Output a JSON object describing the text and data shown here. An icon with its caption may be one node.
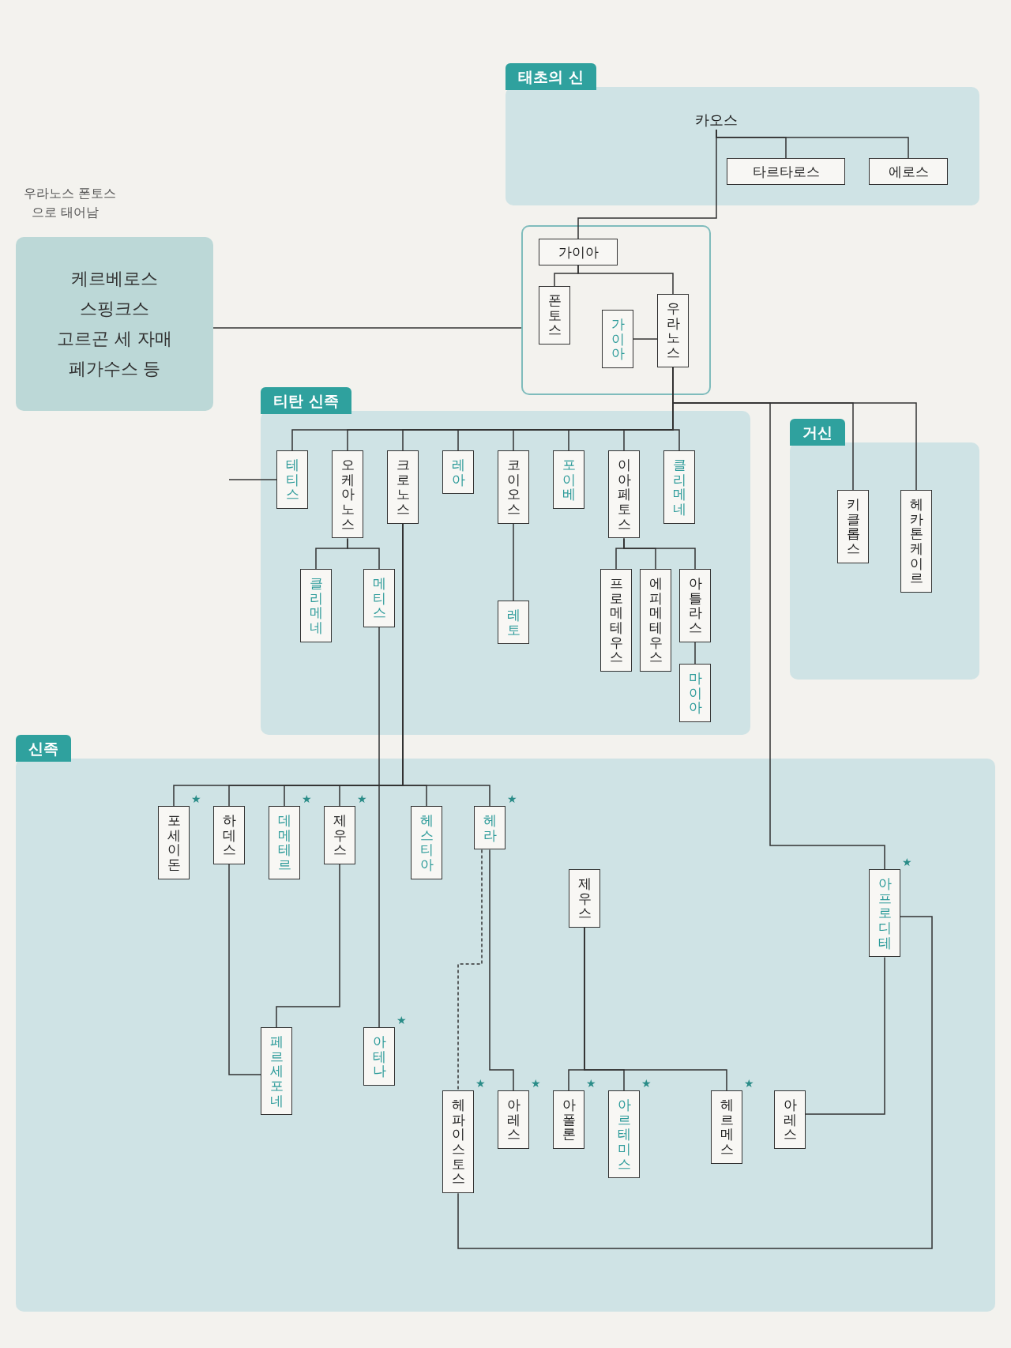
{
  "diagram": {
    "nodes": [
      {
        "text": [
          "태초의 신"
        ]
      },
      {
        "text": [
          "카오스"
        ],
        "in": 0
      },
      {
        "text": [],
        "shape": "box"
      },
      {
        "text": [
          "가이아"
        ],
        "in": 2
      },
      {
        "text": [
          "타르타로스"
        ],
        "in": 0
      },
      {
        "text": [
          "에로스"
        ],
        "in": 0
      },
      {
        "text": [
          "폰토스"
        ],
        "in": 2
      },
      {
        "text": [
          "가이아"
        ],
        "in": 2
      },
      {
        "text": [
          "우라노스"
        ],
        "in": 2
      },
      {
        "text": [
          "티탄 신족"
        ]
      },
      {
        "text": [
          "테티스"
        ],
        "in": 9
      },
      {
        "text": [
          "오케아노스"
        ],
        "in": 9
      },
      {
        "text": [
          "크로노스"
        ],
        "in": 9
      },
      {
        "text": [
          "레아"
        ],
        "in": 9
      },
      {
        "text": [
          "코이오스"
        ],
        "in": 9
      },
      {
        "text": [
          "포이베"
        ],
        "in": 9
      },
      {
        "text": [
          "이아페토스"
        ],
        "in": 9
      },
      {
        "text": [
          "클리메네"
        ],
        "in": 9
      },
      {
        "text": [
          "클리메네"
        ],
        "in": 9
      },
      {
        "text": [
          "메티스"
        ],
        "in": 9
      },
      {
        "text": [
          "프로메테우스"
        ],
        "in": 9
      },
      {
        "text": [
          "에피메테우스"
        ],
        "in": 9
      },
      {
        "text": [
          "아틀라스"
        ],
        "in": 9
      },
      {
        "text": [
          "레토"
        ],
        "in": 9
      },
      {
        "text": [
          "마이아"
        ],
        "in": 9
      },
      {
        "text": [
          "거신"
        ]
      },
      {
        "text": [
          "키클롭스"
        ],
        "in": 25
      },
      {
        "text": [
          "헤카톤케이르"
        ],
        "in": 25
      },
      {
        "text": [
          "신족"
        ]
      },
      {
        "text": [
          "포세이돈"
        ],
        "in": 28,
        "beside": [
          "★"
        ]
      },
      {
        "text": [
          "하데스"
        ],
        "in": 28
      },
      {
        "text": [
          "데메테르"
        ],
        "in": 28,
        "beside": [
          "★"
        ]
      },
      {
        "text": [
          "제우스"
        ],
        "in": 28,
        "beside": [
          "★"
        ]
      },
      {
        "text": [
          "헤스티아"
        ],
        "in": 28
      },
      {
        "text": [
          "헤라"
        ],
        "in": 28,
        "beside": [
          "★"
        ]
      },
      {
        "text": [
          "제우스"
        ],
        "in": 28
      },
      {
        "text": [
          "아프로디테"
        ],
        "in": 28,
        "beside": [
          "★"
        ]
      },
      {
        "text": [
          "페르세포네"
        ],
        "in": 28
      },
      {
        "text": [
          "아테나"
        ],
        "in": 28,
        "beside": [
          "★"
        ]
      },
      {
        "text": [
          "헤파이스토스"
        ],
        "in": 28,
        "beside": [
          "★"
        ]
      },
      {
        "text": [
          "아레스"
        ],
        "in": 28,
        "beside": [
          "★"
        ]
      },
      {
        "text": [
          "아폴론"
        ],
        "in": 28,
        "beside": [
          "★"
        ]
      },
      {
        "text": [
          "아르테미스"
        ],
        "in": 28,
        "beside": [
          "★"
        ]
      },
      {
        "text": [
          "헤르메스"
        ],
        "in": 28,
        "beside": [
          "★"
        ]
      },
      {
        "text": [
          "아레스"
        ],
        "in": 28
      },
      {
        "text": [
          "케르베로스",
          "스핑크스",
          "고르곤 세 자매",
          "페가수스 등"
        ]
      }
    ],
    "edges": [
      {
        "from": 1,
        "to": 3,
        "arrow": "none"
      },
      {
        "from": 1,
        "to": 4,
        "arrow": "none"
      },
      {
        "from": 1,
        "to": 5,
        "arrow": "none"
      },
      {
        "from": 3,
        "to": 6,
        "arrow": "none"
      },
      {
        "from": 3,
        "to": 8,
        "arrow": "none"
      },
      {
        "from": 7,
        "to": 8,
        "arrow": "none"
      },
      {
        "from": 8,
        "to": 10,
        "arrow": "none"
      },
      {
        "from": 8,
        "to": 11,
        "arrow": "none"
      },
      {
        "from": 8,
        "to": 12,
        "arrow": "none"
      },
      {
        "from": 8,
        "to": 13,
        "arrow": "none"
      },
      {
        "from": 8,
        "to": 14,
        "arrow": "none"
      },
      {
        "from": 8,
        "to": 15,
        "arrow": "none"
      },
      {
        "from": 8,
        "to": 16,
        "arrow": "none"
      },
      {
        "from": 8,
        "to": 17,
        "arrow": "none"
      },
      {
        "from": 8,
        "to": 26,
        "arrow": "none"
      },
      {
        "from": 8,
        "to": 27,
        "arrow": "none"
      },
      {
        "from": 8,
        "to": 36,
        "arrow": "none"
      },
      {
        "from": 45,
        "to": 2,
        "arrow": "none"
      },
      {
        "from": null,
        "to": 10,
        "arrow": "none"
      },
      {
        "from": 11,
        "to": 18,
        "arrow": "none"
      },
      {
        "from": 11,
        "to": 19,
        "arrow": "none"
      },
      {
        "from": 12,
        "to": 29,
        "arrow": "none"
      },
      {
        "from": 12,
        "to": 30,
        "arrow": "none"
      },
      {
        "from": 12,
        "to": 31,
        "arrow": "none"
      },
      {
        "from": 12,
        "to": 32,
        "arrow": "none"
      },
      {
        "from": 12,
        "to": 33,
        "arrow": "none"
      },
      {
        "from": 12,
        "to": 34,
        "arrow": "none"
      },
      {
        "from": 14,
        "to": 23,
        "arrow": "none"
      },
      {
        "from": 16,
        "to": 20,
        "arrow": "none"
      },
      {
        "from": 16,
        "to": 21,
        "arrow": "none"
      },
      {
        "from": 16,
        "to": 22,
        "arrow": "none"
      },
      {
        "from": 22,
        "to": 24,
        "arrow": "none"
      },
      {
        "from": 32,
        "to": 37,
        "arrow": "none"
      },
      {
        "from": 30,
        "to": 37,
        "arrow": "none"
      },
      {
        "from": 19,
        "to": 38,
        "arrow": "none"
      },
      {
        "from": 34,
        "to": 39,
        "arrow": "none",
        "style": "dashed"
      },
      {
        "from": 34,
        "to": 40,
        "arrow": "none"
      },
      {
        "from": 35,
        "to": 41,
        "arrow": "none"
      },
      {
        "from": 35,
        "to": 42,
        "arrow": "none"
      },
      {
        "from": 35,
        "to": 43,
        "arrow": "none"
      },
      {
        "from": 36,
        "to": 44,
        "arrow": "none"
      },
      {
        "from": 36,
        "to": 39,
        "arrow": "none"
      }
    ],
    "labels": [
      "우라노스 폰토스",
      "으로 태어남"
    ]
  }
}
